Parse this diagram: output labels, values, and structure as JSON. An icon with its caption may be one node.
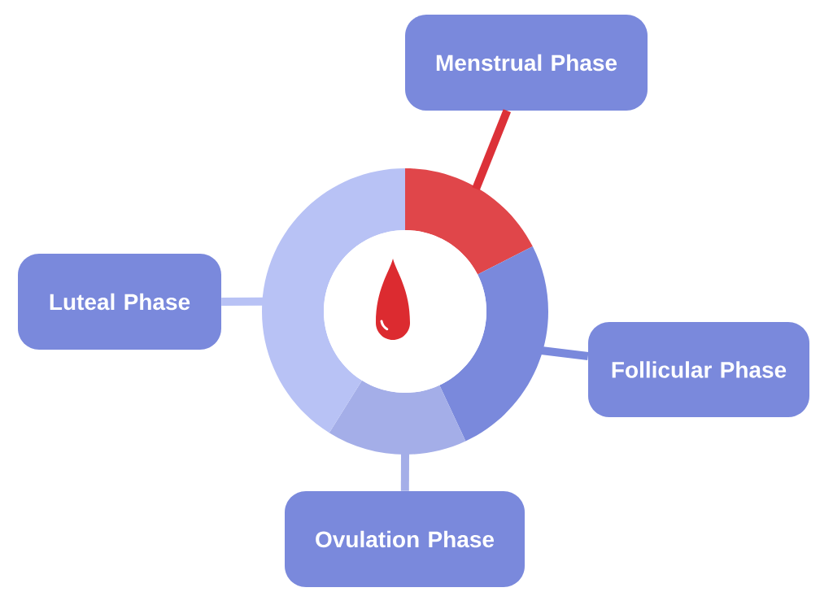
{
  "diagram": {
    "nodes": [
      {
        "text": [
          "Menstrual Phase"
        ]
      },
      {
        "text": [
          "Luteal Phase"
        ]
      },
      {
        "text": [
          "Follicular Phase"
        ]
      },
      {
        "text": [
          "Ovulation Phase"
        ]
      },
      {
        "text": [],
        "shape": "arc"
      },
      {
        "text": [],
        "shape": "arc"
      },
      {
        "text": [],
        "shape": "arc"
      },
      {
        "text": [],
        "shape": "arc"
      }
    ],
    "edges": [
      {
        "from": 0,
        "to": 4,
        "arrow": "none",
        "color": "#dc3138"
      },
      {
        "from": 2,
        "to": 5,
        "arrow": "none",
        "color": "#7a89dc"
      },
      {
        "from": 3,
        "to": 6,
        "arrow": "none",
        "color": "#a4aee8"
      },
      {
        "from": 1,
        "to": 7,
        "arrow": "none",
        "color": "#b8c2f5"
      }
    ]
  }
}
